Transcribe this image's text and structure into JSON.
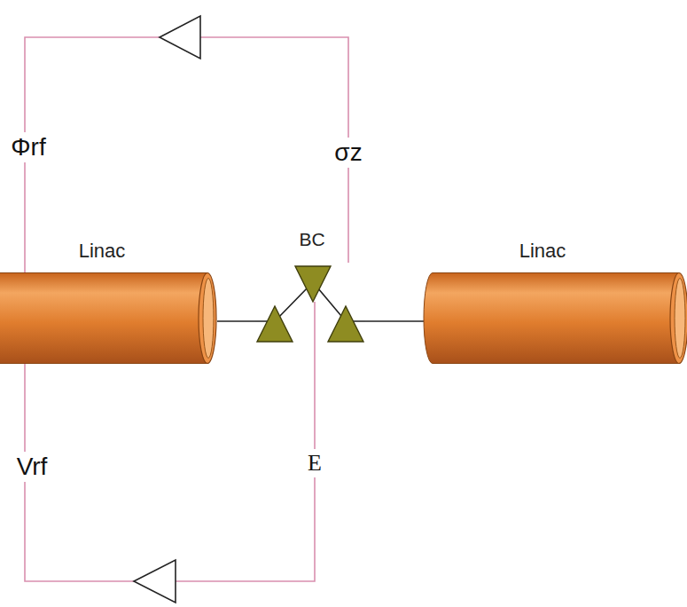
{
  "diagram": {
    "nodes": [
      {
        "text": [
          "Linac"
        ]
      },
      {
        "text": [
          "BC"
        ]
      },
      {
        "text": [
          "Linac"
        ]
      }
    ],
    "edges": [
      {
        "from": 0,
        "to": 1,
        "arrow": "none"
      },
      {
        "from": 1,
        "to": 2,
        "arrow": "none"
      },
      {
        "from": 1,
        "to": 0,
        "arrow": "none"
      },
      {
        "from": 1,
        "to": 0,
        "arrow": "none"
      }
    ],
    "labels": [
      "Φrf",
      "σz",
      "Vrf",
      "E"
    ]
  }
}
